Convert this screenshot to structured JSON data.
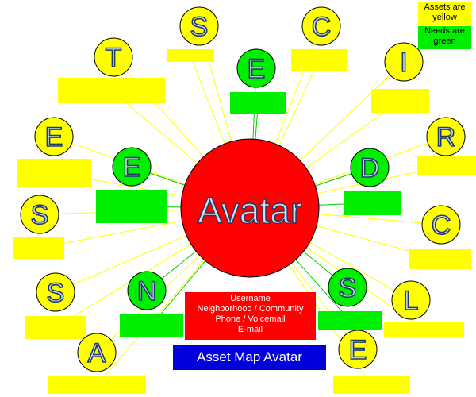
{
  "center": {
    "label": "Avatar",
    "color": "#ff0000"
  },
  "legend": {
    "assets": "Assets are yellow",
    "needs": "Needs are green"
  },
  "info_lines": [
    "Username",
    "Neighborhood / Community",
    "Phone / Voicemail",
    "E-mail"
  ],
  "title": "Asset Map Avatar",
  "colors": {
    "asset": "#ffff00",
    "need": "#00ee00",
    "line_asset": "#ffff00",
    "line_need": "#00cc00",
    "title_bg": "#0000dd"
  },
  "assets": [
    {
      "letter": "S"
    },
    {
      "letter": "C"
    },
    {
      "letter": "T"
    },
    {
      "letter": "I"
    },
    {
      "letter": "E"
    },
    {
      "letter": "R"
    },
    {
      "letter": "S"
    },
    {
      "letter": "C"
    },
    {
      "letter": "S"
    },
    {
      "letter": "L"
    },
    {
      "letter": "A"
    },
    {
      "letter": "E"
    }
  ],
  "needs": [
    {
      "letter": "E"
    },
    {
      "letter": "E"
    },
    {
      "letter": "D"
    },
    {
      "letter": "N"
    },
    {
      "letter": "S"
    }
  ]
}
